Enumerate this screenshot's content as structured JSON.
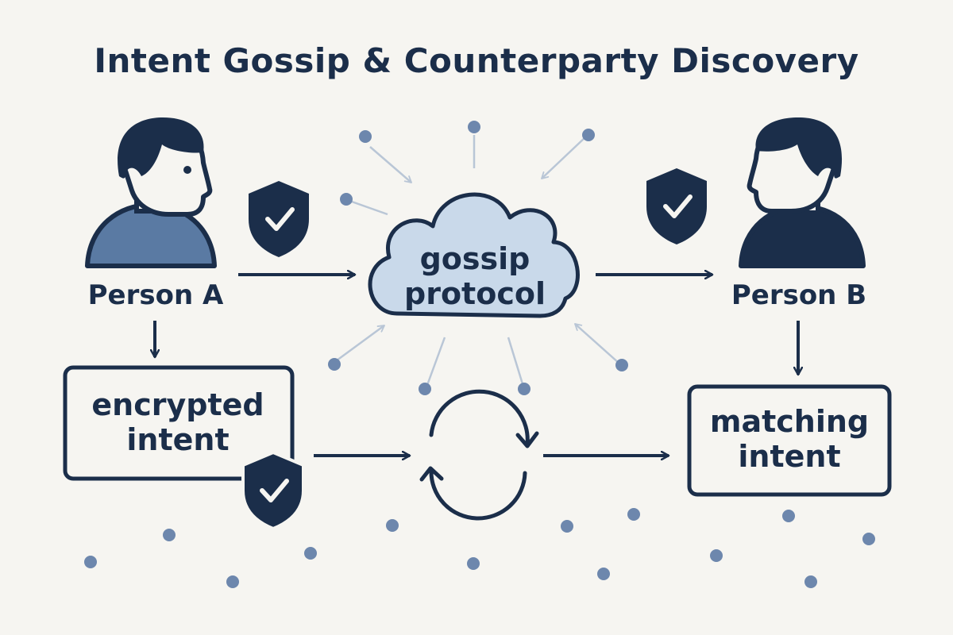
{
  "title": "Intent Gossip & Counterparty Discovery",
  "person_a": {
    "label": "Person A"
  },
  "person_b": {
    "label": "Person B"
  },
  "cloud": {
    "line1": "gossip",
    "line2": "protocol"
  },
  "encrypted_box": {
    "line1": "encrypted",
    "line2": "intent"
  },
  "matching_box": {
    "line1": "matching",
    "line2": "intent"
  },
  "colors": {
    "background": "#f6f5f1",
    "navy": "#1b2e4a",
    "shirt_blue": "#5a7aa3",
    "cloud_fill": "#c9d9ea",
    "node": "#6d87ad",
    "spoke": "#b9c6d6"
  },
  "icons": [
    "person-icon",
    "shield-check-icon",
    "cloud-icon",
    "sync-icon",
    "arrow-icon",
    "node-dot-icon"
  ]
}
